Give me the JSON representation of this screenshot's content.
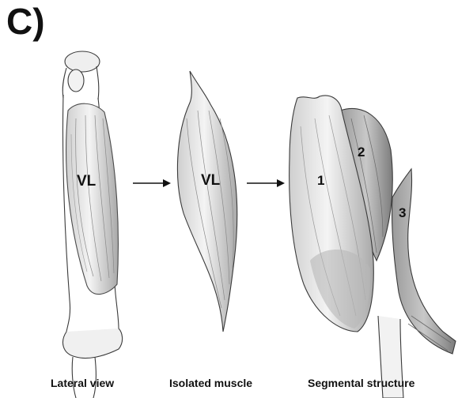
{
  "panel_label": "C)",
  "labels": {
    "lateral_muscle": "VL",
    "isolated_muscle": "VL",
    "segment_1": "1",
    "segment_2": "2",
    "segment_3": "3"
  },
  "captions": {
    "lateral": "Lateral view",
    "isolated": "Isolated muscle",
    "segmental": "Segmental structure"
  },
  "colors": {
    "ink": "#2a2a2a",
    "shade": "#8a8a8a",
    "text": "#111111",
    "background": "#ffffff"
  }
}
